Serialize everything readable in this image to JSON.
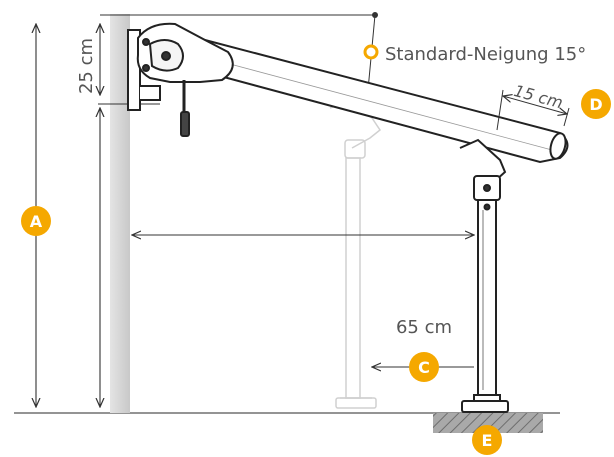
{
  "labels": {
    "height_25": "25 cm",
    "incline": "Standard-Neigung 15°",
    "offset_15": "15 cm",
    "reach_65": "65 cm"
  },
  "badges": {
    "a": "A",
    "c": "C",
    "d": "D",
    "e": "E"
  },
  "colors": {
    "accent": "#f5a800",
    "line": "#333333",
    "ghost": "#d8d8d8",
    "wall": "#d6d6d6",
    "ground_hatch": "#8a8a8a"
  }
}
